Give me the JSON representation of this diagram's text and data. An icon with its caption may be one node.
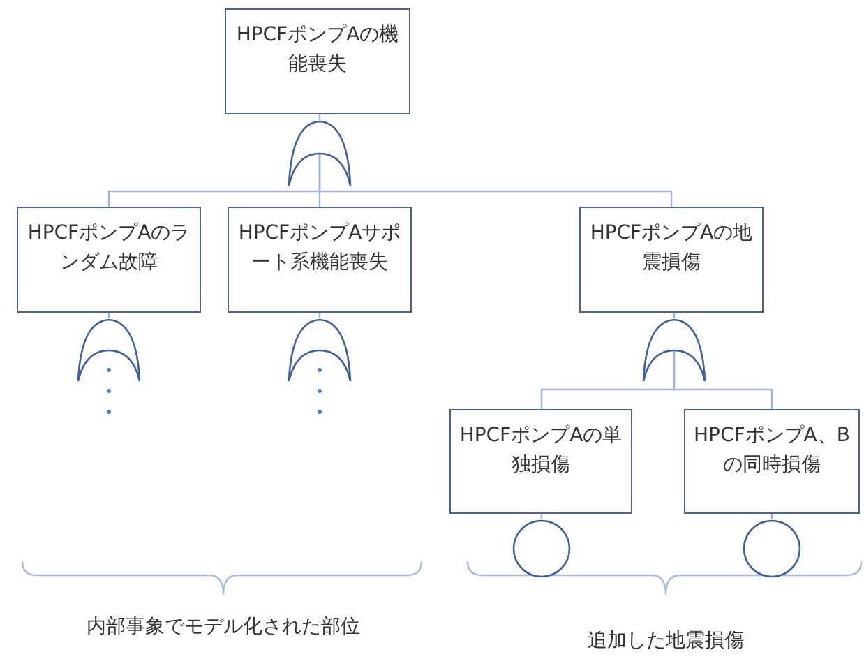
{
  "diagram": {
    "nodes": [
      {
        "text": [
          "HPCFポンプAの機能喪失"
        ]
      },
      {
        "text": [],
        "shape": "gate"
      },
      {
        "text": [
          "HPCFポンプAのランダム故障"
        ]
      },
      {
        "text": [
          "HPCFポンプAサポート系機能喪失"
        ]
      },
      {
        "text": [
          "HPCFポンプAの地震損傷"
        ]
      },
      {
        "text": [],
        "shape": "gate"
      },
      {
        "text": [],
        "shape": "gate"
      },
      {
        "text": [],
        "shape": "gate"
      },
      {
        "text": [
          "HPCFポンプAの単独損傷"
        ]
      },
      {
        "text": [
          "HPCFポンプA、Bの同時損傷"
        ]
      },
      {
        "text": [],
        "shape": "circle"
      },
      {
        "text": [],
        "shape": "circle"
      }
    ],
    "edges": [
      {
        "from": 0,
        "to": 1,
        "arrow": "none"
      },
      {
        "from": 1,
        "to": 2,
        "arrow": "none"
      },
      {
        "from": 1,
        "to": 3,
        "arrow": "none"
      },
      {
        "from": 1,
        "to": 4,
        "arrow": "none"
      },
      {
        "from": 2,
        "to": 5,
        "arrow": "none"
      },
      {
        "from": 3,
        "to": 6,
        "arrow": "none"
      },
      {
        "from": 4,
        "to": 7,
        "arrow": "none"
      },
      {
        "from": 7,
        "to": 8,
        "arrow": "none"
      },
      {
        "from": 7,
        "to": 9,
        "arrow": "none"
      },
      {
        "from": 8,
        "to": 10,
        "arrow": "none"
      },
      {
        "from": 9,
        "to": 11,
        "arrow": "none"
      }
    ],
    "labels": [
      "内部事象でモデル化された部位",
      "追加した地震損傷"
    ]
  }
}
